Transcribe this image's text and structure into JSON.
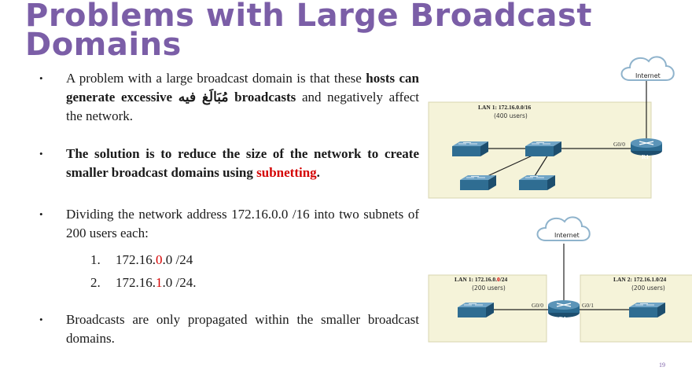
{
  "slide": {
    "title": "Problems with Large Broadcast Domains",
    "page_number": "19",
    "bullets": [
      {
        "parts": [
          {
            "text": "A problem with a large broadcast domain is that these ",
            "bold": false
          },
          {
            "text": "hosts can generate excessive ",
            "bold": true
          },
          {
            "text": "مُبَالَغ فيه",
            "bold": true
          },
          {
            "text": " broadcasts",
            "bold": true
          },
          {
            "text": " and negatively affect the network.",
            "bold": false
          }
        ]
      },
      {
        "parts": [
          {
            "text": "The solution is to reduce the size of the network to create smaller broadcast domains using ",
            "bold": true
          },
          {
            "text": "subnetting",
            "bold": true,
            "color": "#d40000"
          },
          {
            "text": ".",
            "bold": true
          }
        ]
      },
      {
        "text": "Dividing the network address 172.16.0.0 /16 into two subnets of 200 users each:",
        "subitems": [
          {
            "num": "1.",
            "pre": "172.16.",
            "hl": "0",
            "post": ".0 /24"
          },
          {
            "num": "2.",
            "pre": "172.16.",
            "hl": "1",
            "post": ".0 /24."
          }
        ]
      },
      {
        "text": "Broadcasts are only propagated within the smaller broadcast domains."
      }
    ]
  },
  "diagram_top": {
    "cloud_label": "Internet",
    "lan_label": "LAN 1:  172.16.0.0/16",
    "lan_users": "(400 users)",
    "interface": "G0/0",
    "router": "R1"
  },
  "diagram_bottom": {
    "cloud_label": "Internet",
    "lan1_label_pre": "LAN 1:  172.16.0.",
    "lan1_label_hl": "0",
    "lan1_label_post": "/24",
    "lan1_users": "(200 users)",
    "lan2_label": "LAN 2:  172.16.1.0/24",
    "lan2_users": "(200 users)",
    "interface_left": "G0/0",
    "interface_right": "G0/1",
    "router": "R1"
  },
  "colors": {
    "title": "#7b5ea7",
    "highlight": "#d40000",
    "lan_panel": "#f5f3d9",
    "switch": "#2f6d92",
    "router": "#2b6a90"
  }
}
